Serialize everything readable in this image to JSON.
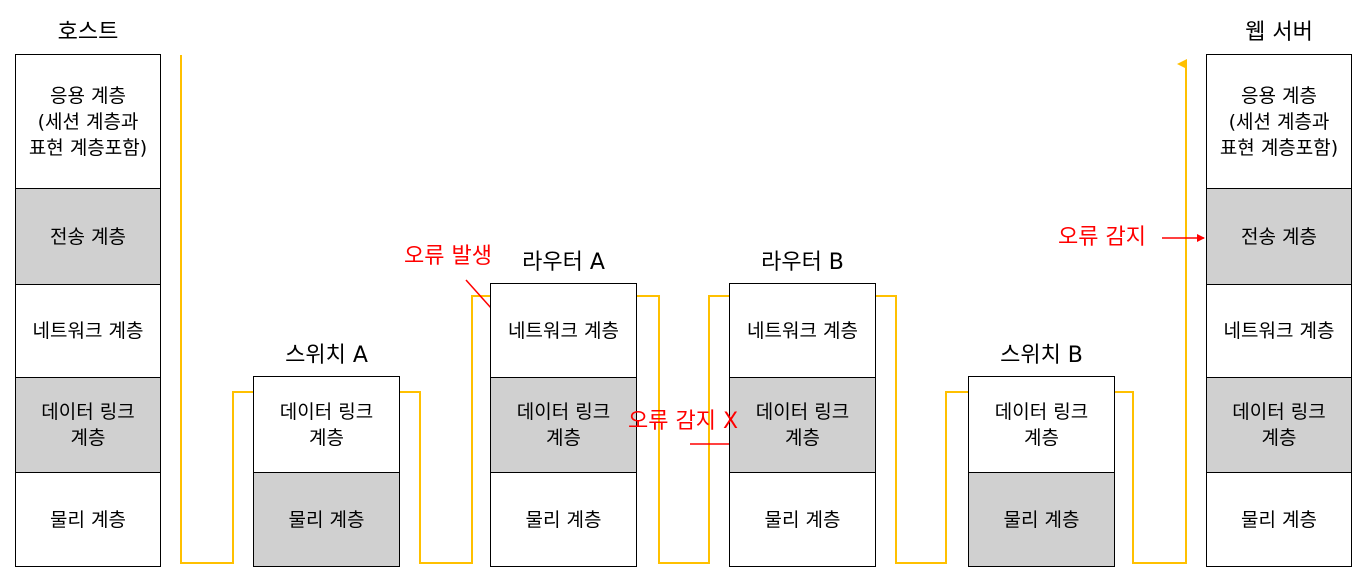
{
  "colors": {
    "path": "#ffc000",
    "error": "#ff0000",
    "gray_layer": "#d0d0d0"
  },
  "devices": {
    "host": {
      "title": "호스트",
      "layers": [
        {
          "label": "응용 계층\n(세션 계층과\n표현 계층포함)",
          "highlight": false
        },
        {
          "label": "전송 계층",
          "highlight": true
        },
        {
          "label": "네트워크 계층",
          "highlight": false
        },
        {
          "label": "데이터 링크\n계층",
          "highlight": true
        },
        {
          "label": "물리 계층",
          "highlight": false
        }
      ]
    },
    "switch_a": {
      "title": "스위치 A",
      "layers": [
        {
          "label": "데이터 링크\n계층",
          "highlight": false
        },
        {
          "label": "물리 계층",
          "highlight": true
        }
      ]
    },
    "router_a": {
      "title": "라우터 A",
      "layers": [
        {
          "label": "네트워크 계층",
          "highlight": false
        },
        {
          "label": "데이터 링크\n계층",
          "highlight": true
        },
        {
          "label": "물리 계층",
          "highlight": false
        }
      ]
    },
    "router_b": {
      "title": "라우터 B",
      "layers": [
        {
          "label": "네트워크 계층",
          "highlight": false
        },
        {
          "label": "데이터 링크\n계층",
          "highlight": true
        },
        {
          "label": "물리 계층",
          "highlight": false
        }
      ]
    },
    "switch_b": {
      "title": "스위치 B",
      "layers": [
        {
          "label": "데이터 링크\n계층",
          "highlight": false
        },
        {
          "label": "물리 계층",
          "highlight": true
        }
      ]
    },
    "web_server": {
      "title": "웹 서버",
      "layers": [
        {
          "label": "응용 계층\n(세션 계층과\n표현 계층포함)",
          "highlight": false
        },
        {
          "label": "전송 계층",
          "highlight": true
        },
        {
          "label": "네트워크 계층",
          "highlight": false
        },
        {
          "label": "데이터 링크\n계층",
          "highlight": true
        },
        {
          "label": "물리 계층",
          "highlight": false
        }
      ]
    }
  },
  "annotations": {
    "error_occurred": "오류 발생",
    "error_not_detected": "오류 감지 X",
    "error_detected": "오류 감지"
  }
}
